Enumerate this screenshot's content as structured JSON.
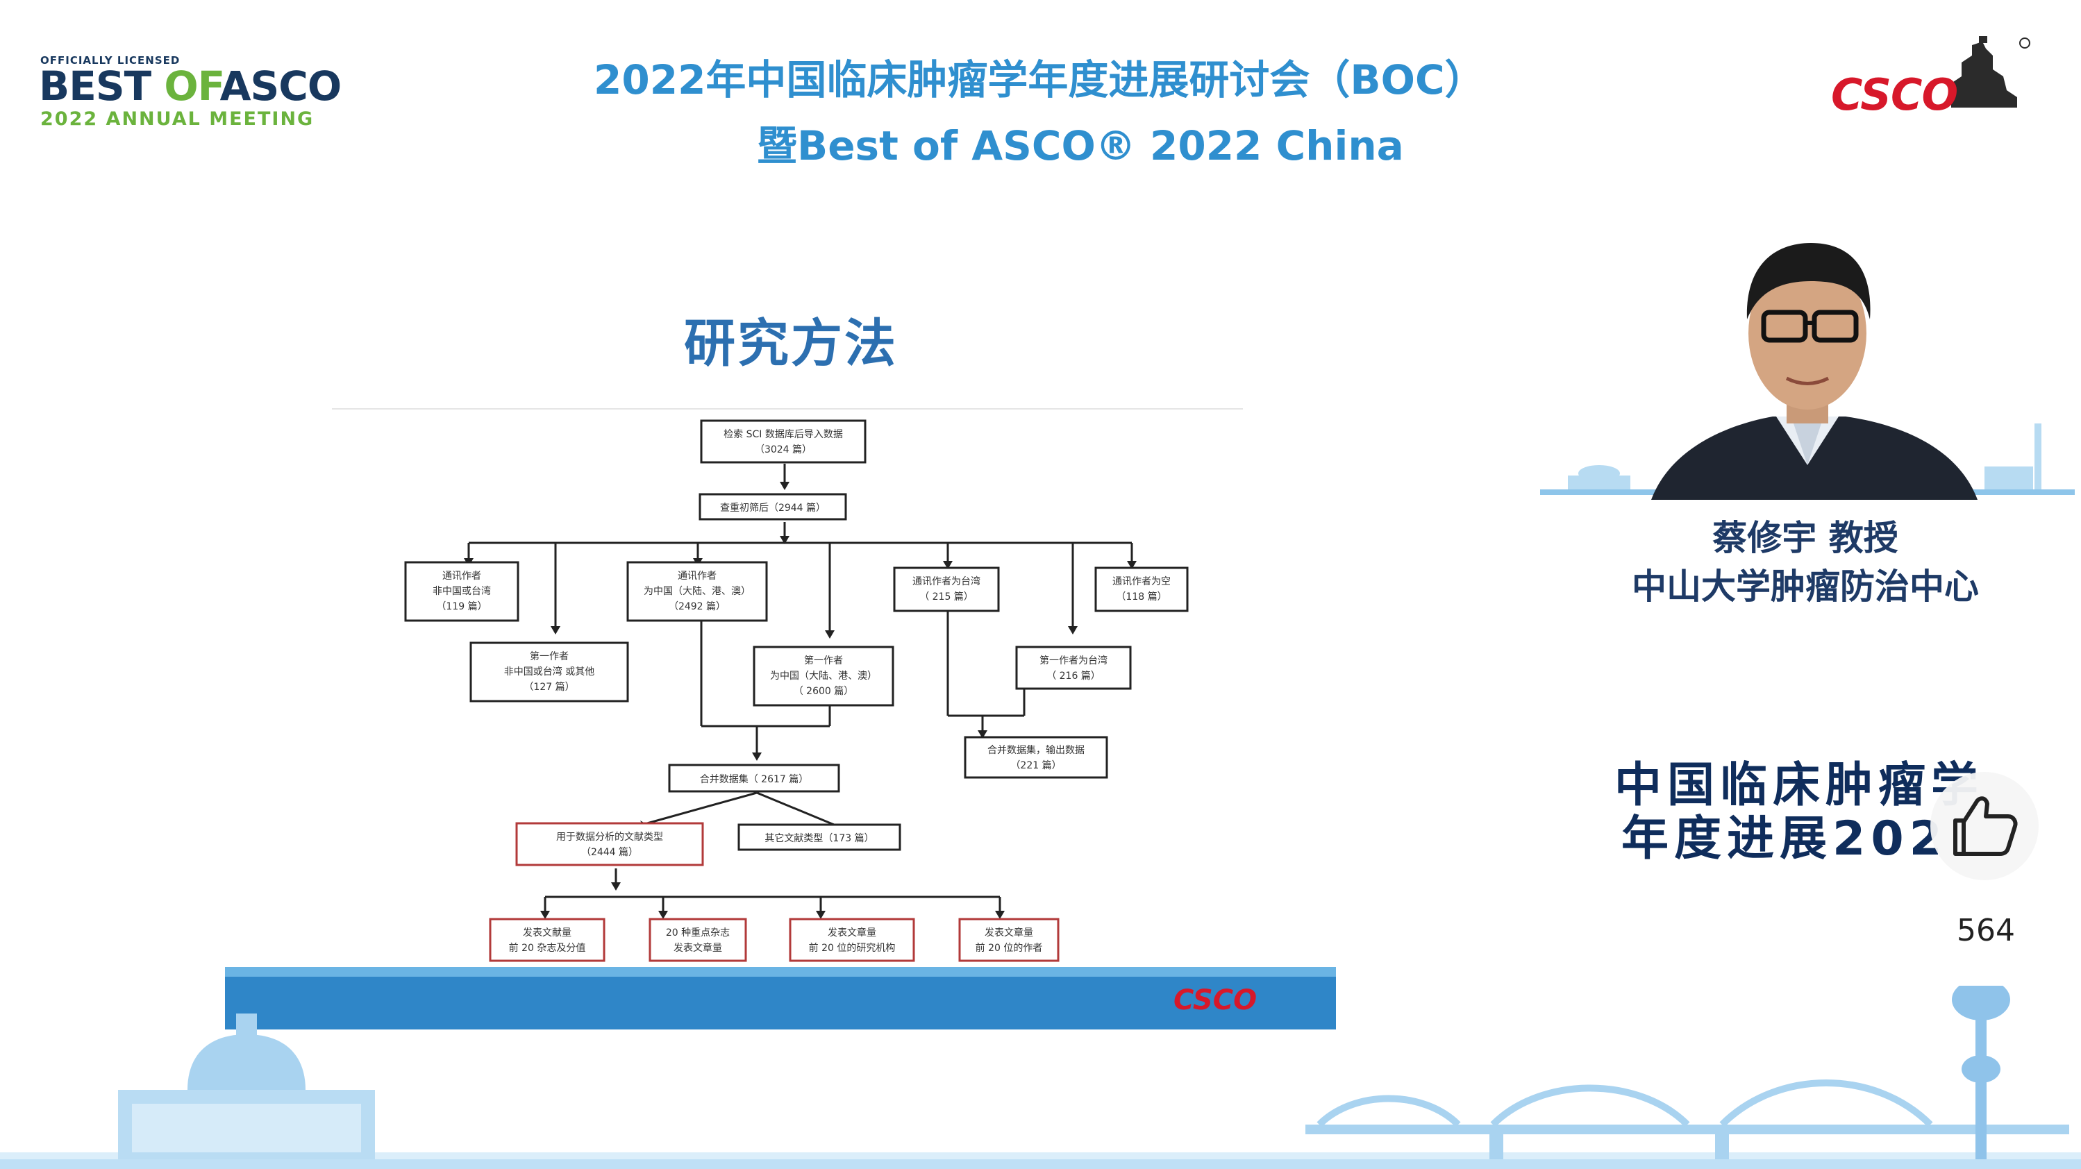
{
  "header": {
    "asco_logo": {
      "licensed": "OFFICIALLY LICENSED",
      "best": "BEST ",
      "of": "OF",
      "asco": "ASCO",
      "meeting": "2022 ANNUAL MEETING"
    },
    "title_line1": "2022年中国临床肿瘤学年度进展研讨会（BOC）",
    "title_line2": "暨Best of ASCO® 2022 China",
    "csco_logo": "CSCO"
  },
  "slide": {
    "title": "研究方法",
    "flowchart": {
      "n1": [
        "检索 SCI 数据库后导入数据",
        "（3024 篇）"
      ],
      "n2": [
        "查重初筛后（2944 篇）"
      ],
      "n3": [
        "通讯作者",
        "非中国或台湾",
        "（119 篇）"
      ],
      "n4": [
        "通讯作者",
        "为中国（大陆、港、澳）",
        "（2492 篇）"
      ],
      "n5": [
        "通讯作者为台湾",
        "（ 215      篇）"
      ],
      "n6": [
        "通讯作者为空",
        "（118 篇）"
      ],
      "n7": [
        "第一作者",
        "非中国或台湾  或其他",
        "（127 篇）"
      ],
      "n8": [
        "第一作者",
        "为中国（大陆、港、澳）",
        "（ 2600 篇）"
      ],
      "n9": [
        "第一作者为台湾",
        "（ 216 篇）"
      ],
      "n10": [
        "合并数据集（ 2617 篇）"
      ],
      "n11": [
        "合并数据集，输出数据",
        "（221 篇）"
      ],
      "n12": [
        "用于数据分析的文献类型",
        "（2444 篇）"
      ],
      "n13": [
        "其它文献类型（173 篇）"
      ],
      "n14": [
        "发表文献量",
        "前 20 杂志及分值"
      ],
      "n15": [
        "20 种重点杂志",
        "发表文章量"
      ],
      "n16": [
        "发表文章量",
        "前 20 位的研究机构"
      ],
      "n17": [
        "发表文章量",
        "前 20 位的作者"
      ]
    },
    "footer_logo": "CSCO"
  },
  "speaker": {
    "name": "蔡修宇 教授",
    "org": "中山大学肿瘤防治中心"
  },
  "banner": {
    "line1": "中国临床肿瘤学",
    "line2": "年度进展202"
  },
  "like": {
    "count": "564",
    "icon": "thumbs-up-icon"
  },
  "colors": {
    "title_blue": "#2f8fcf",
    "slide_title_blue": "#2c6fb0",
    "csco_red": "#d7182a",
    "asco_navy": "#18385e",
    "asco_green": "#6bb33d"
  }
}
